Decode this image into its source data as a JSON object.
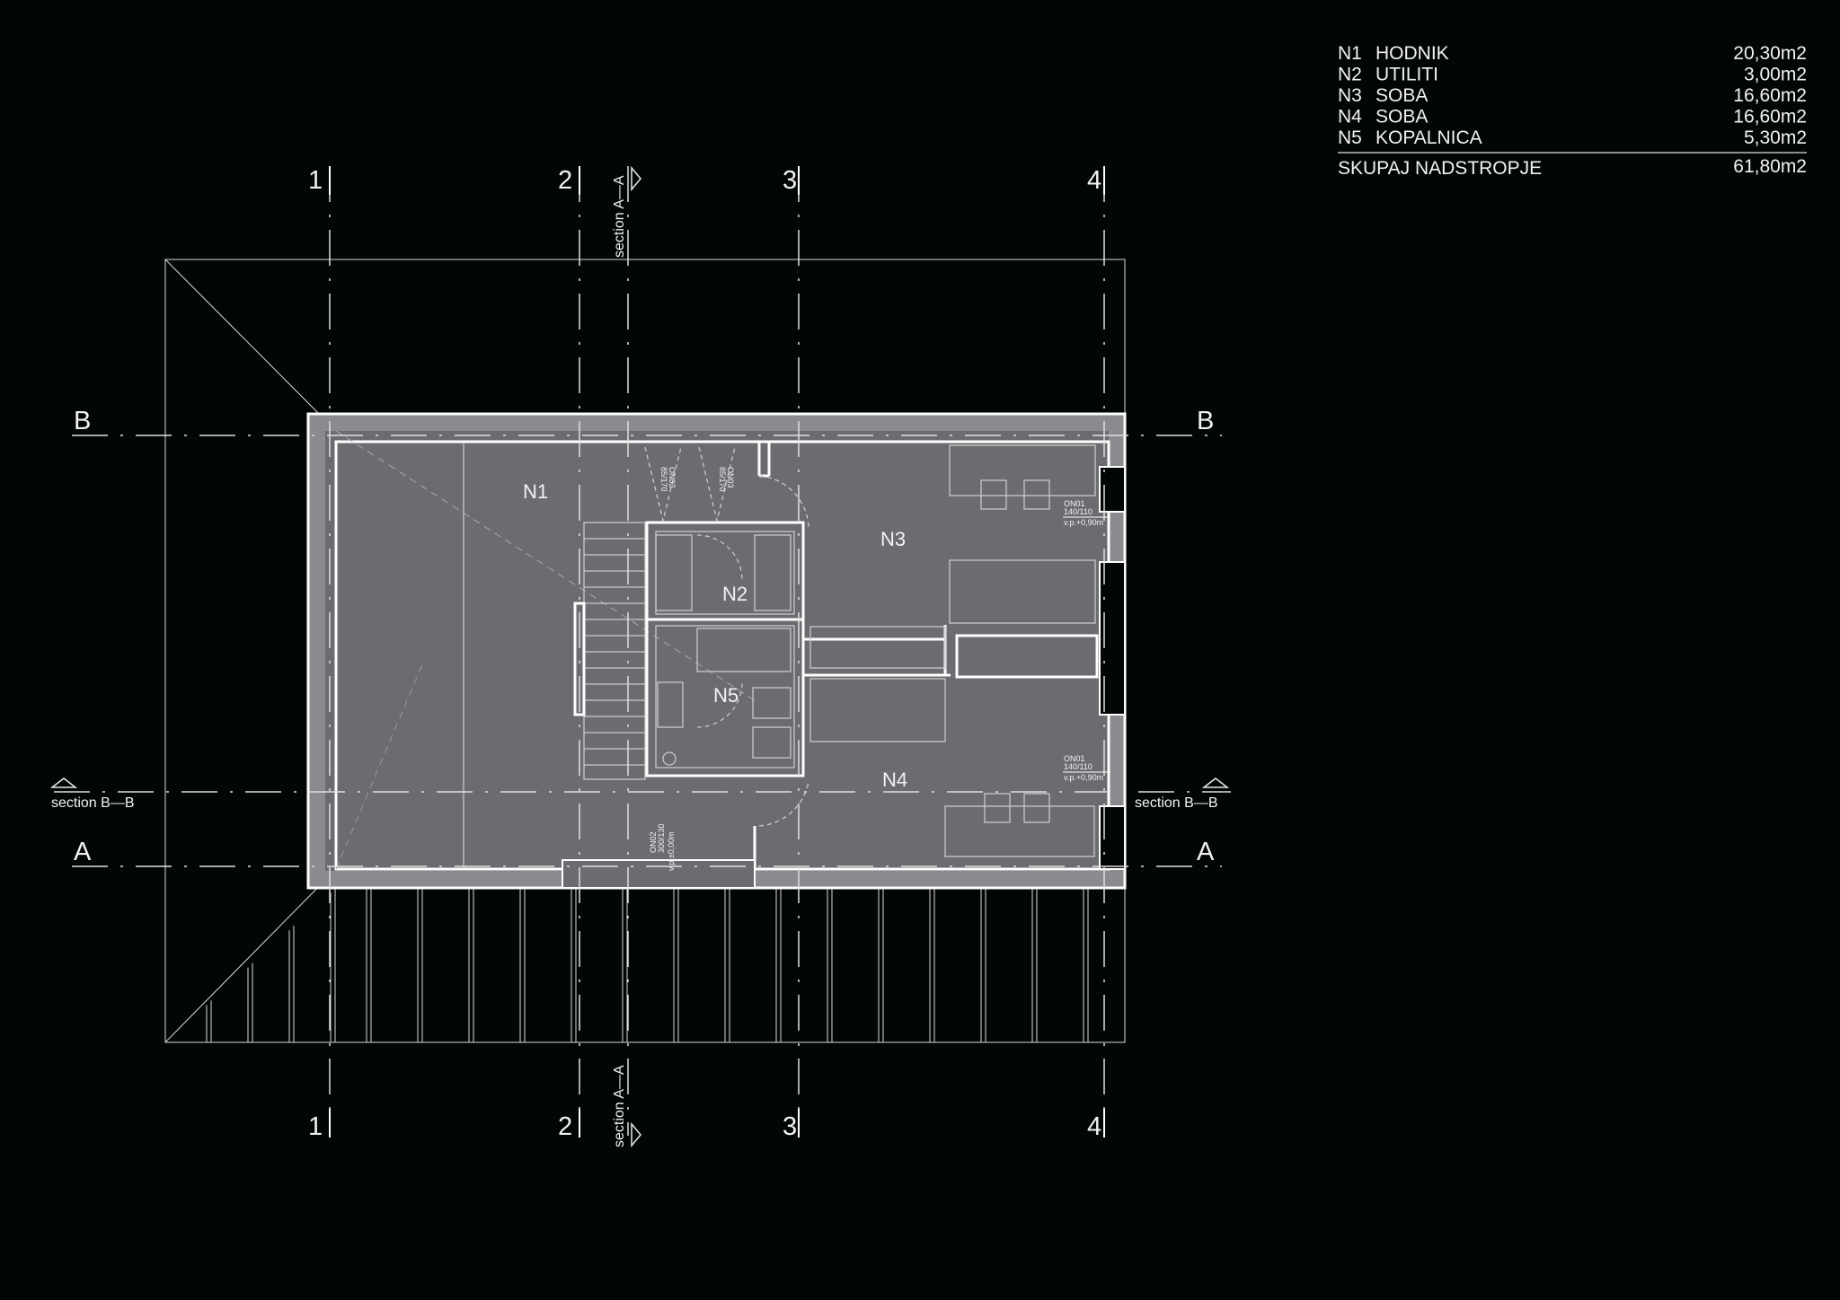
{
  "legend": {
    "rooms": [
      {
        "code": "N1",
        "name": "HODNIK",
        "area": "20,30m2"
      },
      {
        "code": "N2",
        "name": "UTILITI",
        "area": "3,00m2"
      },
      {
        "code": "N3",
        "name": "SOBA",
        "area": "16,60m2"
      },
      {
        "code": "N4",
        "name": "SOBA",
        "area": "16,60m2"
      },
      {
        "code": "N5",
        "name": "KOPALNICA",
        "area": "5,30m2"
      }
    ],
    "total_label": "SKUPAJ NADSTROPJE",
    "total_area": "61,80m2"
  },
  "grid": {
    "columns": [
      "1",
      "2",
      "3",
      "4"
    ],
    "rows": [
      "B",
      "A"
    ]
  },
  "sections": {
    "aa": "section  A—A",
    "bb": "section  B—B"
  },
  "rooms_labels": [
    "N1",
    "N2",
    "N3",
    "N4",
    "N5"
  ],
  "windows": {
    "on01_code": "ON01",
    "on01_size": "140/110",
    "on01_vp": "v.p.+0,90m",
    "on02_code": "ON02",
    "on02_size": "300/130",
    "on02_vp": "v.p.±0,00m",
    "on03_code": "ON03",
    "on03_size": "85/170"
  },
  "colors": {
    "background": "#030606",
    "floor": "#6b6c70",
    "lines": "#ffffff"
  }
}
